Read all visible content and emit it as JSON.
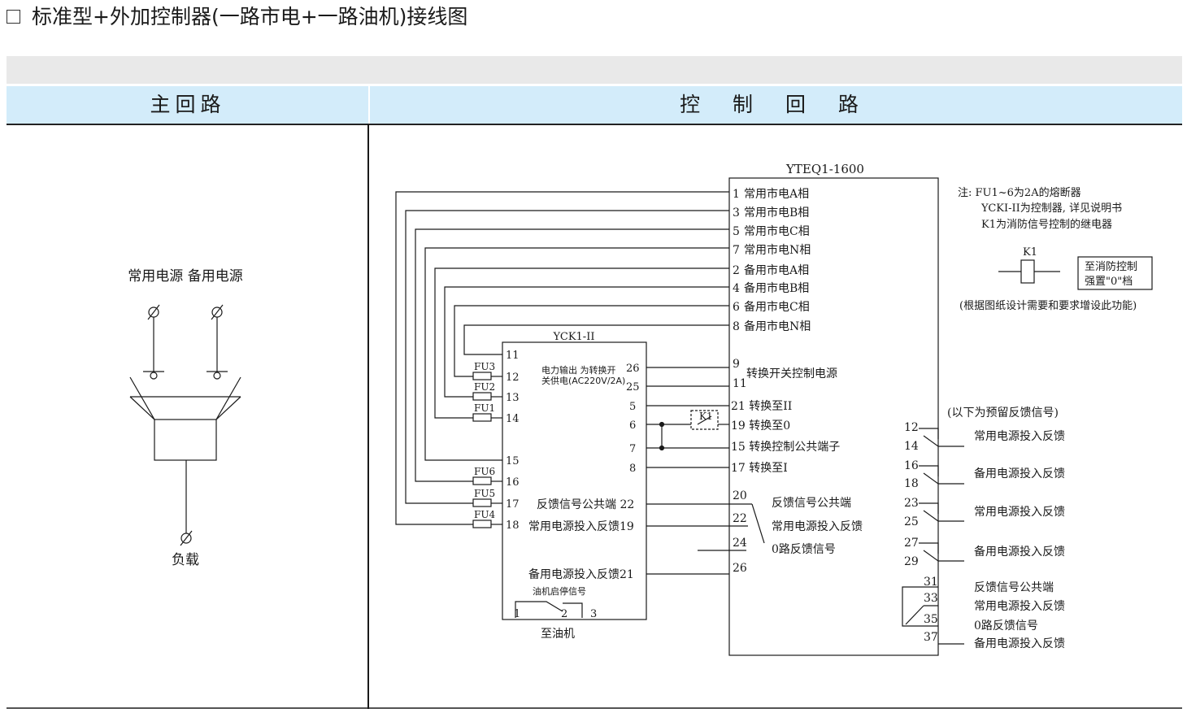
{
  "title": "标准型+外加控制器(一路市电+一路油机)接线图",
  "headers": {
    "main_circuit": "主回路",
    "control_circuit": "控 制 回 路"
  },
  "main": {
    "source_label": "常用电源  备用电源",
    "load_label": "负载"
  },
  "yteq": {
    "title": "YTEQ1-1600",
    "terms": [
      {
        "num": "1",
        "label": "常用市电A相"
      },
      {
        "num": "3",
        "label": "常用市电B相"
      },
      {
        "num": "5",
        "label": "常用市电C相"
      },
      {
        "num": "7",
        "label": "常用市电N相"
      },
      {
        "num": "2",
        "label": "备用市电A相"
      },
      {
        "num": "4",
        "label": "备用市电B相"
      },
      {
        "num": "6",
        "label": "备用市电C相"
      },
      {
        "num": "8",
        "label": "备用市电N相"
      }
    ],
    "t9": "9",
    "t11": "11",
    "ctrl_power": "转换开关控制电源",
    "t21": "21 转换至II",
    "t19": "19 转换至0",
    "t15": "15 转换控制公共端子",
    "t17": "17 转换至I",
    "t20": "20",
    "t22": "22",
    "t24": "24",
    "t26": "26",
    "fb_common": "反馈信号公共端",
    "fb_normal": "常用电源投入反馈",
    "fb_zero": "0路反馈信号"
  },
  "yck": {
    "title": "YCK1-II",
    "left_terms": [
      "11",
      "12",
      "13",
      "14",
      "15",
      "16",
      "17",
      "18"
    ],
    "fuses": [
      "FU3",
      "FU2",
      "FU1",
      "FU6",
      "FU5",
      "FU4"
    ],
    "power_out_1": "电力输出 为转换开",
    "power_out_2": "关供电(AC220V/2A)",
    "right_terms": [
      "26",
      "25",
      "5",
      "6",
      "7",
      "8"
    ],
    "fb_common": "反馈信号公共端 22",
    "fb_normal": "常用电源投入反馈19",
    "fb_standby": "备用电源投入反馈21",
    "oil_signal": "油机启停信号",
    "oil_terms": [
      "1",
      "2",
      "3"
    ],
    "to_oil": "至油机"
  },
  "relay_label": "K1",
  "notes": {
    "line1": "注: FU1~6为2A的熔断器",
    "line2": "YCKI-II为控制器, 详见说明书",
    "line3": "K1为消防信号控制的继电器",
    "k1": "K1",
    "fire_1": "至消防控制",
    "fire_2": "强置\"0\"档",
    "optional": "(根据图纸设计需要和要求增设此功能)"
  },
  "feedback": {
    "reserved": "(以下为预留反馈信号)",
    "pairs": [
      {
        "a": "12",
        "b": "14",
        "label": "常用电源投入反馈"
      },
      {
        "a": "16",
        "b": "18",
        "label": "备用电源投入反馈"
      },
      {
        "a": "23",
        "b": "25",
        "label": "常用电源投入反馈"
      },
      {
        "a": "27",
        "b": "29",
        "label": "备用电源投入反馈"
      }
    ],
    "bottom": [
      {
        "num": "31",
        "label": "反馈信号公共端"
      },
      {
        "num": "33",
        "label": "常用电源投入反馈"
      },
      {
        "num": "35",
        "label": "0路反馈信号"
      },
      {
        "num": "37",
        "label": "备用电源投入反馈"
      }
    ]
  }
}
